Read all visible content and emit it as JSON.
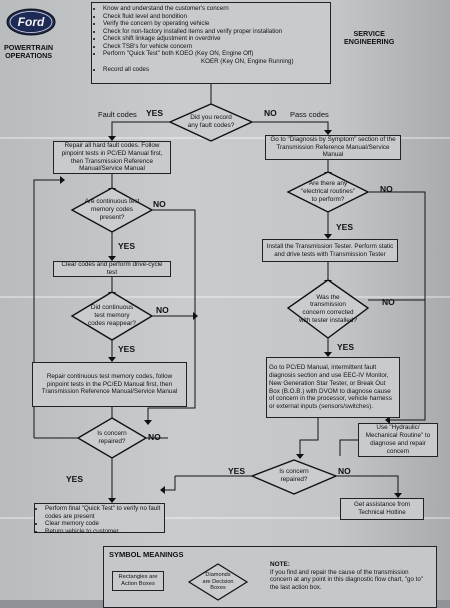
{
  "header": {
    "logo_text": "Ford",
    "left_title": "POWERTRAIN\nOPERATIONS",
    "right_title": "SERVICE\nENGINEERING"
  },
  "start_box": {
    "items": [
      "Know and understand the customer's concern",
      "Check fluid level and bondition",
      "Verify the concern by operating vehicle",
      "Check for non-factory installed items and verify proper installation",
      "Check shift linkage adjustment in overdrive",
      "Check TSB's for vehicle concern",
      "Perform \"Quick Test\" both KOEO (Key ON, Engine Off)",
      "Record all codes"
    ],
    "koer_line": "KOER (Key ON, Engine Running)"
  },
  "decisions": {
    "d1": "Did you record any fault codes?",
    "d2": "Are continuous test memory codes present?",
    "d3": "Did continuous test memory codes reappear?",
    "d4": "Is concern repaired?",
    "d5": "Are there any \"electrical routines\" to perform?",
    "d6": "Was the transmission concern corrected with tester installed?",
    "d7": "Is concern repaired?"
  },
  "boxes": {
    "repair_hard": "Repair all hard fault codes. Follow pinpoint tests in PC/ED Manual first, then Transmission Reference Manual/Service Manual",
    "clear_codes": "Clear codes and perform drive-cycle test",
    "repair_continuous": "Repair continuous test memory codes, follow pinpoint tests in the PC/ED Manual first, then Transmission Reference Manual/Service Manual",
    "diag_symptom": "Go to \"Diagnosis by Symptom\" section of the Transmission Reference Manual/Service Manual",
    "install_tester": "Install the Transmission Tester. Perform static and drive tests with Transmission Tester",
    "pced_intermittent": "Go to PC/ED Manual, intermittent fault diagnosis section and use EEC-IV Monitor, New Generation Star Tester, or Break Out Box (B.O.B.) with DVOM to diagnose cause of concern in the processor, vehicle harness or external inputs (sensors/switches).",
    "hydraulic": "Use \"Hydraulic/ Mechanical Routine\" to diagnose and repair concern",
    "hotline": "Get assistance from Technical Hotline"
  },
  "final_list": [
    "Perform final \"Quick Test\" to verify no fault codes are present",
    "Clear memory code",
    "Return vehicle to customer"
  ],
  "labels": {
    "fault_codes": "Fault codes",
    "pass_codes": "Pass codes",
    "yes": "YES",
    "no": "NO"
  },
  "legend": {
    "title": "SYMBOL MEANINGS",
    "rect_text": "Rectangles are Action Boxes",
    "diamond_text": "Diamonds are Decision Boxes",
    "note_title": "NOTE:",
    "note_text": "If you find and repair the cause of the transmission concern at any point in this diagnostic flow chart, \"go to\" the last action box."
  }
}
